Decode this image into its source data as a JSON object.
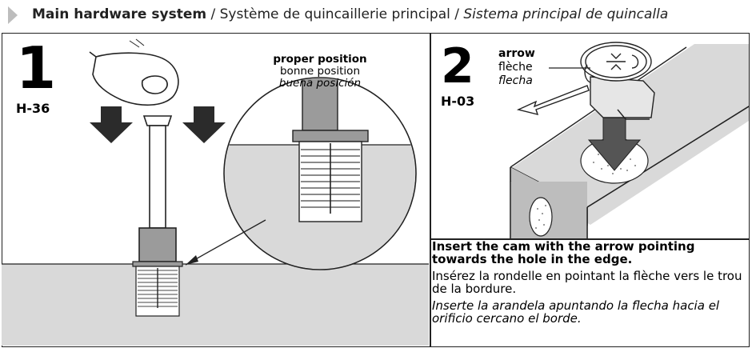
{
  "header": {
    "title_en": "Main hardware system",
    "sep1": " / ",
    "title_fr": "Système de quincaillerie principal",
    "sep2": " / ",
    "title_es": "Sistema principal de quincalla",
    "marker_color": "#bdbdbd"
  },
  "step1": {
    "number": "1",
    "code": "H-36",
    "position_label": {
      "en": "proper position",
      "fr": "bonne position",
      "es": "buena posición"
    }
  },
  "step2": {
    "number": "2",
    "code": "H-03",
    "arrow_label": {
      "en": "arrow",
      "fr": "flèche",
      "es": "flecha"
    },
    "instructions": {
      "en": "Insert the cam with the arrow pointing towards the hole in the edge.",
      "fr": "Insérez la rondelle en pointant la flèche vers le trou de la bordure.",
      "es": "Inserte la arandela apuntando la flecha hacia el orificio cercano el borde."
    }
  },
  "colors": {
    "surface_gray": "#d9d9d9",
    "arrow_dark": "#2b2b2b",
    "cam_gray": "#9b9b9b"
  }
}
